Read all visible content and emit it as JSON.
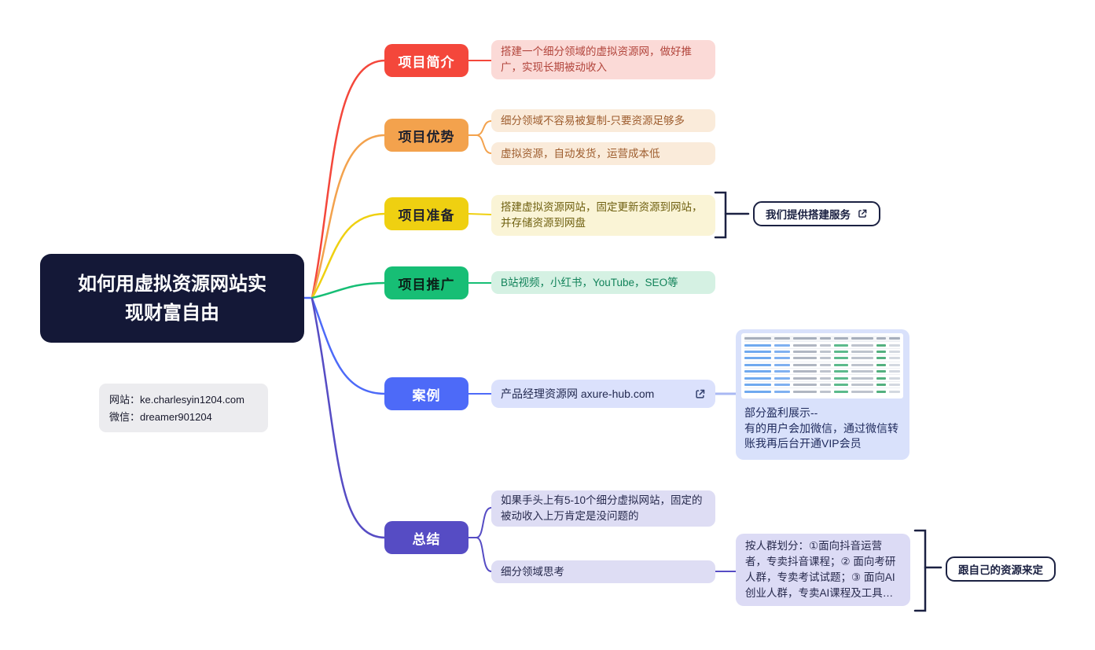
{
  "root_node": {
    "title": "如何用虚拟资源网站实现财富自由"
  },
  "contact_card": {
    "website_line": "网站：ke.charlesyin1204.com",
    "wechat_line": "微信：dreamer901204"
  },
  "theme": {
    "background": "#ffffff",
    "root_bg": "#141837",
    "bracket_color": "#1b2142",
    "case_link_line": "#a9b8f3"
  },
  "branches": [
    {
      "label": "项目简介",
      "color": "#f4473b",
      "notes": [
        "搭建一个细分领域的虚拟资源网，做好推广，实现长期被动收入"
      ]
    },
    {
      "label": "项目优势",
      "color": "#f3a24d",
      "notes": [
        "细分领域不容易被复制-只要资源足够多",
        "虚拟资源，自动发货，运营成本低"
      ]
    },
    {
      "label": "项目准备",
      "color": "#efd011",
      "notes": [
        "搭建虚拟资源网站，固定更新资源到网站，并存储资源到网盘"
      ],
      "callout": "我们提供搭建服务",
      "callout_icon": "external-link-icon"
    },
    {
      "label": "项目推广",
      "color": "#17be75",
      "notes": [
        "B站视频，小红书，YouTube，SEO等"
      ]
    },
    {
      "label": "案例",
      "color": "#4d6af8",
      "notes": [
        "产品经理资源网 axure-hub.com"
      ],
      "link_icon": "external-link-icon",
      "attachment": {
        "thumbnail": "orders-table-thumbnail",
        "note": "部分盈利展示--\n有的用户会加微信，通过微信转账我再后台开通VIP会员"
      }
    },
    {
      "label": "总结",
      "color": "#564cc4",
      "notes": [
        "如果手头上有5-10个细分虚拟网站，固定的被动收入上万肯定是没问题的",
        "细分领域思考"
      ],
      "sub_note": "按人群划分：①面向抖音运营者，专卖抖音课程；② 面向考研人群，专卖考试试题；③ 面向AI创业人群，专卖AI课程及工具…",
      "callout": "跟自己的资源来定"
    }
  ]
}
